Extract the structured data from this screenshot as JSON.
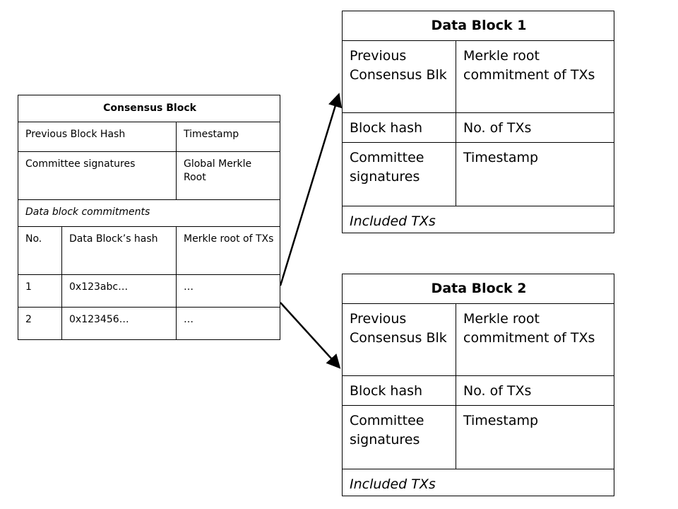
{
  "consensus_block": {
    "title": "Consensus Block",
    "previous_block_hash": "Previous Block Hash",
    "timestamp": "Timestamp",
    "committee_signatures": "Committee signatures",
    "global_merkle_root": "Global Merkle Root",
    "commitments_label": "Data block commitments",
    "headers": [
      "No.",
      "Data Block’s hash",
      "Merkle root of TXs"
    ],
    "rows": [
      [
        "1",
        "0x123abc…",
        "…"
      ],
      [
        "2",
        "0x123456…",
        "…"
      ]
    ]
  },
  "data_blocks": [
    {
      "title": "Data Block 1",
      "previous_consensus": "Previous Consensus Blk",
      "merkle_root": "Merkle root commitment of TXs",
      "block_hash": "Block hash",
      "num_txs": "No. of TXs",
      "committee_signatures": "Committee signatures",
      "timestamp": "Timestamp",
      "included_txs": "Included TXs"
    },
    {
      "title": "Data Block 2",
      "previous_consensus": "Previous Consensus Blk",
      "merkle_root": "Merkle root commitment of TXs",
      "block_hash": "Block hash",
      "num_txs": "No. of TXs",
      "committee_signatures": "Committee signatures",
      "timestamp": "Timestamp",
      "included_txs": "Included TXs"
    }
  ]
}
